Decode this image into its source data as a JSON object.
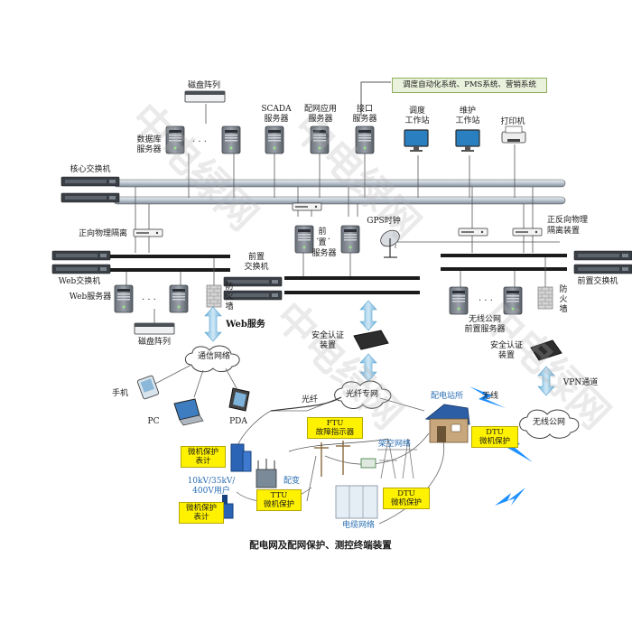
{
  "labels": {
    "disk_array_top": "磁盘阵列",
    "db_server_l1": "数据库",
    "db_server_l2": "服务器",
    "scada_l1": "SCADA",
    "scada_l2": "服务器",
    "dist_app_l1": "配网应用",
    "dist_app_l2": "服务器",
    "iface_l1": "接口",
    "iface_l2": "服务器",
    "dispatch_l1": "调度",
    "dispatch_l2": "工作站",
    "maint_l1": "维护",
    "maint_l2": "工作站",
    "printer": "打印机",
    "core_switch": "核心交换机",
    "fwd_isolation": "正向物理隔离",
    "gps": "GPS时钟",
    "fwd_rev_isolation_l1": "正反向物理",
    "fwd_rev_isolation_l2": "隔离装置",
    "web_switch": "Web交换机",
    "web_server": "Web服务器",
    "firewall_left": "防\n火\n墙",
    "front_switch_mid_l1": "前置",
    "front_switch_mid_l2": "交换机",
    "front_server_l1": "前",
    "front_server_l2": "置",
    "front_server_l3": "服务器",
    "front_switch_right": "前置交换机",
    "firewall_right": "防\n火\n墙",
    "wireless_front_l1": "无线公网",
    "wireless_front_l2": "前置服务器",
    "disk_array_bottom": "磁盘阵列",
    "web_service": "Web服务",
    "security_mid_l1": "安全认证",
    "security_mid_l2": "装置",
    "security_right_l1": "安全认证",
    "security_right_l2": "装置",
    "comm_network": "通信网络",
    "phone": "手机",
    "pc": "PC",
    "pda": "PDA",
    "fiber": "光纤",
    "fiber_network": "光纤专网",
    "substation": "配电站所",
    "wireless": "无线",
    "vpn": "VPN通道",
    "wireless_public": "无线公网",
    "overhead_network": "架空网络",
    "cable_network": "电缆网络",
    "dist_transformer": "配变",
    "users_l1": "10kV/35kV/",
    "users_l2": "400V用户"
  },
  "top_box": "调度自动化系统、PMS系统、营销系统",
  "yellow_boxes": {
    "ftu_l1": "FTU",
    "ftu_l2": "故障指示器",
    "relay_top_l1": "微机保护",
    "relay_top_l2": "表计",
    "dtu_right_l1": "DTU",
    "dtu_right_l2": "微机保护",
    "ttu_l1": "TTU",
    "ttu_l2": "微机保护",
    "relay_bottom_l1": "微机保护",
    "relay_bottom_l2": "表计",
    "dtu_mid_l1": "DTU",
    "dtu_mid_l2": "微机保护"
  },
  "caption": "配电网及配网保护、测控终端装置",
  "watermark": "中电绿网",
  "colors": {
    "bus": "#c9d3de",
    "bus_edge": "#555555",
    "arrow": "#8ec6e6",
    "lightning": "#1e90ff",
    "yellow": "#fff200"
  }
}
